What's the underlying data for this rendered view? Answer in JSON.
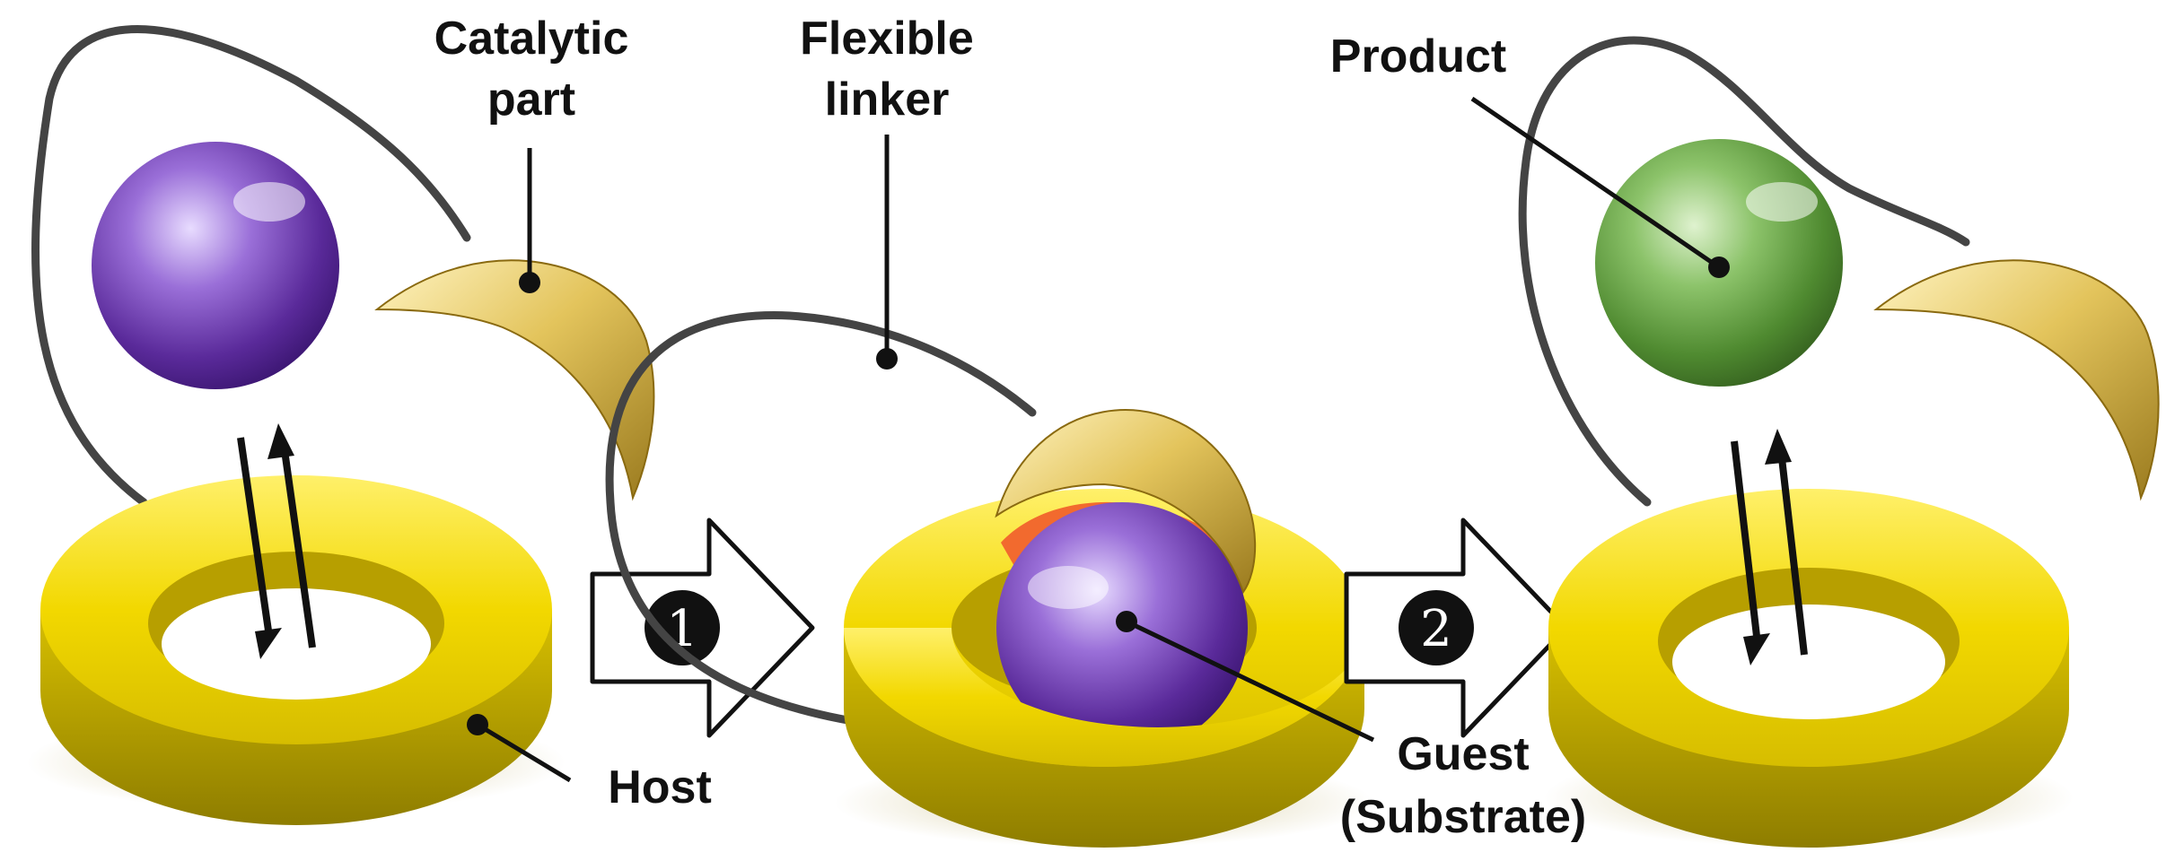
{
  "labels": {
    "catalytic_part": [
      "Catalytic",
      "part"
    ],
    "flexible_linker": [
      "Flexible",
      "linker"
    ],
    "product": "Product",
    "host": "Host",
    "guest": [
      "Guest",
      "(Substrate)"
    ]
  },
  "steps": [
    "1",
    "2"
  ],
  "colors": {
    "host_ring": "#f2d800",
    "host_ring_dark": "#b8a000",
    "catalyst": "#e2c45a",
    "substrate": "#6a3aa8",
    "product": "#5f9a3c",
    "binding_site": "#f26a2e",
    "linker": "#444444"
  }
}
